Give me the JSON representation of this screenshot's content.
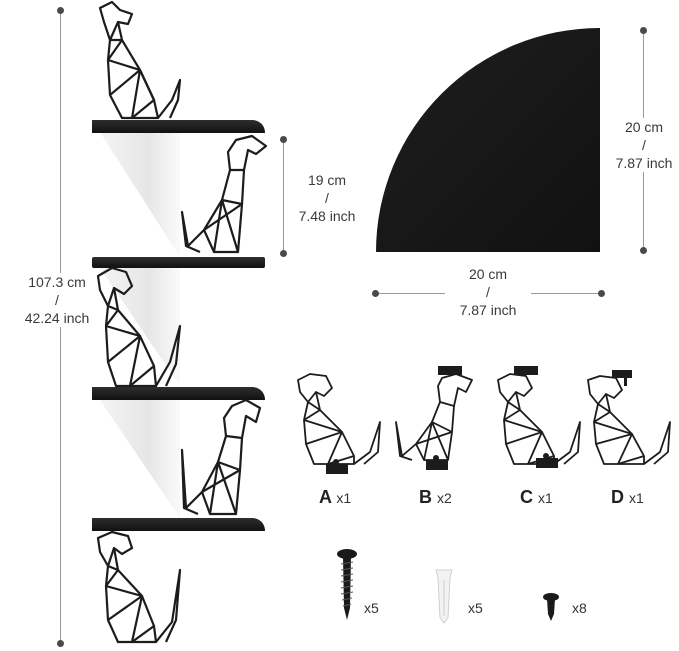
{
  "dimensions": {
    "total_height": {
      "cm": "107.3 cm",
      "sep": "/",
      "inch": "42.24 inch"
    },
    "shelf_gap": {
      "cm": "19 cm",
      "sep": "/",
      "inch": "7.48 inch"
    },
    "shelf_depth": {
      "cm": "20 cm",
      "sep": "/",
      "inch": "7.87 inch"
    },
    "shelf_width": {
      "cm": "20 cm",
      "sep": "/",
      "inch": "7.87 inch"
    }
  },
  "dog_parts": [
    {
      "letter": "A",
      "count": "x1"
    },
    {
      "letter": "B",
      "count": "x2"
    },
    {
      "letter": "C",
      "count": "x1"
    },
    {
      "letter": "D",
      "count": "x1"
    }
  ],
  "hardware": [
    {
      "name": "screw",
      "count": "x5"
    },
    {
      "name": "wall-anchor",
      "count": "x5"
    },
    {
      "name": "small-screw",
      "count": "x8"
    }
  ],
  "colors": {
    "shelf": "#1a1a1a",
    "wire": "#1c1c1c",
    "dimension_line": "#9a9a9a"
  }
}
